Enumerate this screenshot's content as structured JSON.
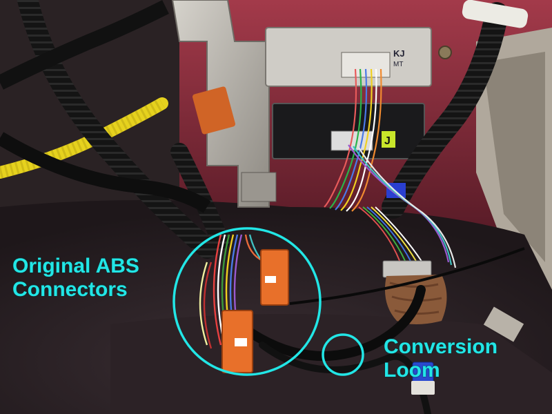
{
  "annotations": {
    "abs_line1": "Original ABS",
    "abs_line2": "Connectors",
    "conv_line1": "Conversion",
    "conv_line2": "Loom"
  },
  "ecu": {
    "upper_label": "KJ",
    "upper_sublabel": "MT",
    "lower_label": "J"
  },
  "colors": {
    "annotation": "#22e6e6",
    "carpet": "#2a2024",
    "panel_red": "#8a2a3a",
    "bracket": "#b8b4ac",
    "connector_orange": "#e8702a",
    "harness_yellow": "#e6d21e"
  }
}
